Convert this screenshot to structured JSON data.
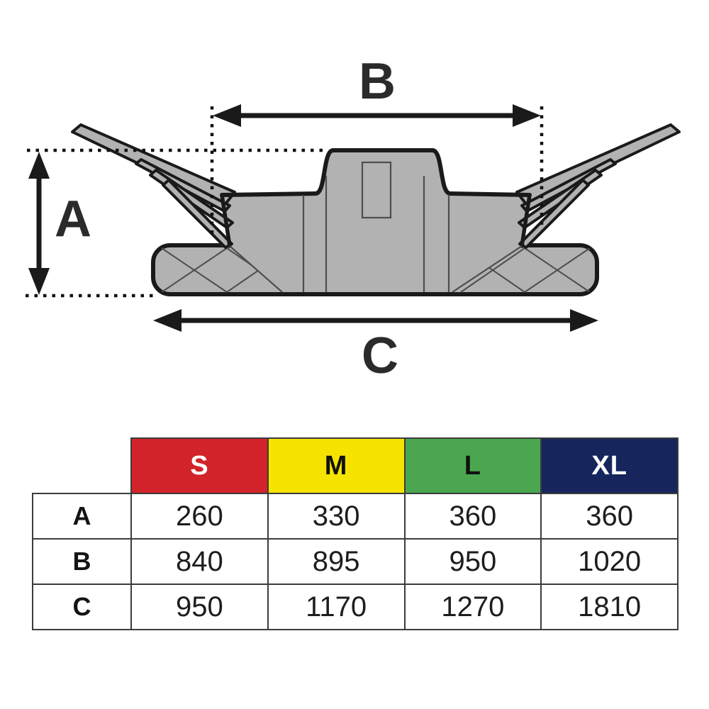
{
  "diagram": {
    "labels": {
      "a": "A",
      "b": "B",
      "c": "C"
    },
    "colors": {
      "shape_fill": "#b2b2b2",
      "outline": "#1a1a1a",
      "detail_line": "#4d4d4d",
      "arrow": "#1a1a1a"
    }
  },
  "table": {
    "columns": [
      {
        "label": "S",
        "bg": "#d2232a",
        "fg": "#ffffff"
      },
      {
        "label": "M",
        "bg": "#f6e400",
        "fg": "#111111"
      },
      {
        "label": "L",
        "bg": "#4ba74f",
        "fg": "#111111"
      },
      {
        "label": "XL",
        "bg": "#16265c",
        "fg": "#ffffff"
      }
    ],
    "rows": [
      {
        "label": "A",
        "values": [
          "260",
          "330",
          "360",
          "360"
        ]
      },
      {
        "label": "B",
        "values": [
          "840",
          "895",
          "950",
          "1020"
        ]
      },
      {
        "label": "C",
        "values": [
          "950",
          "1170",
          "1270",
          "1810"
        ]
      }
    ]
  }
}
